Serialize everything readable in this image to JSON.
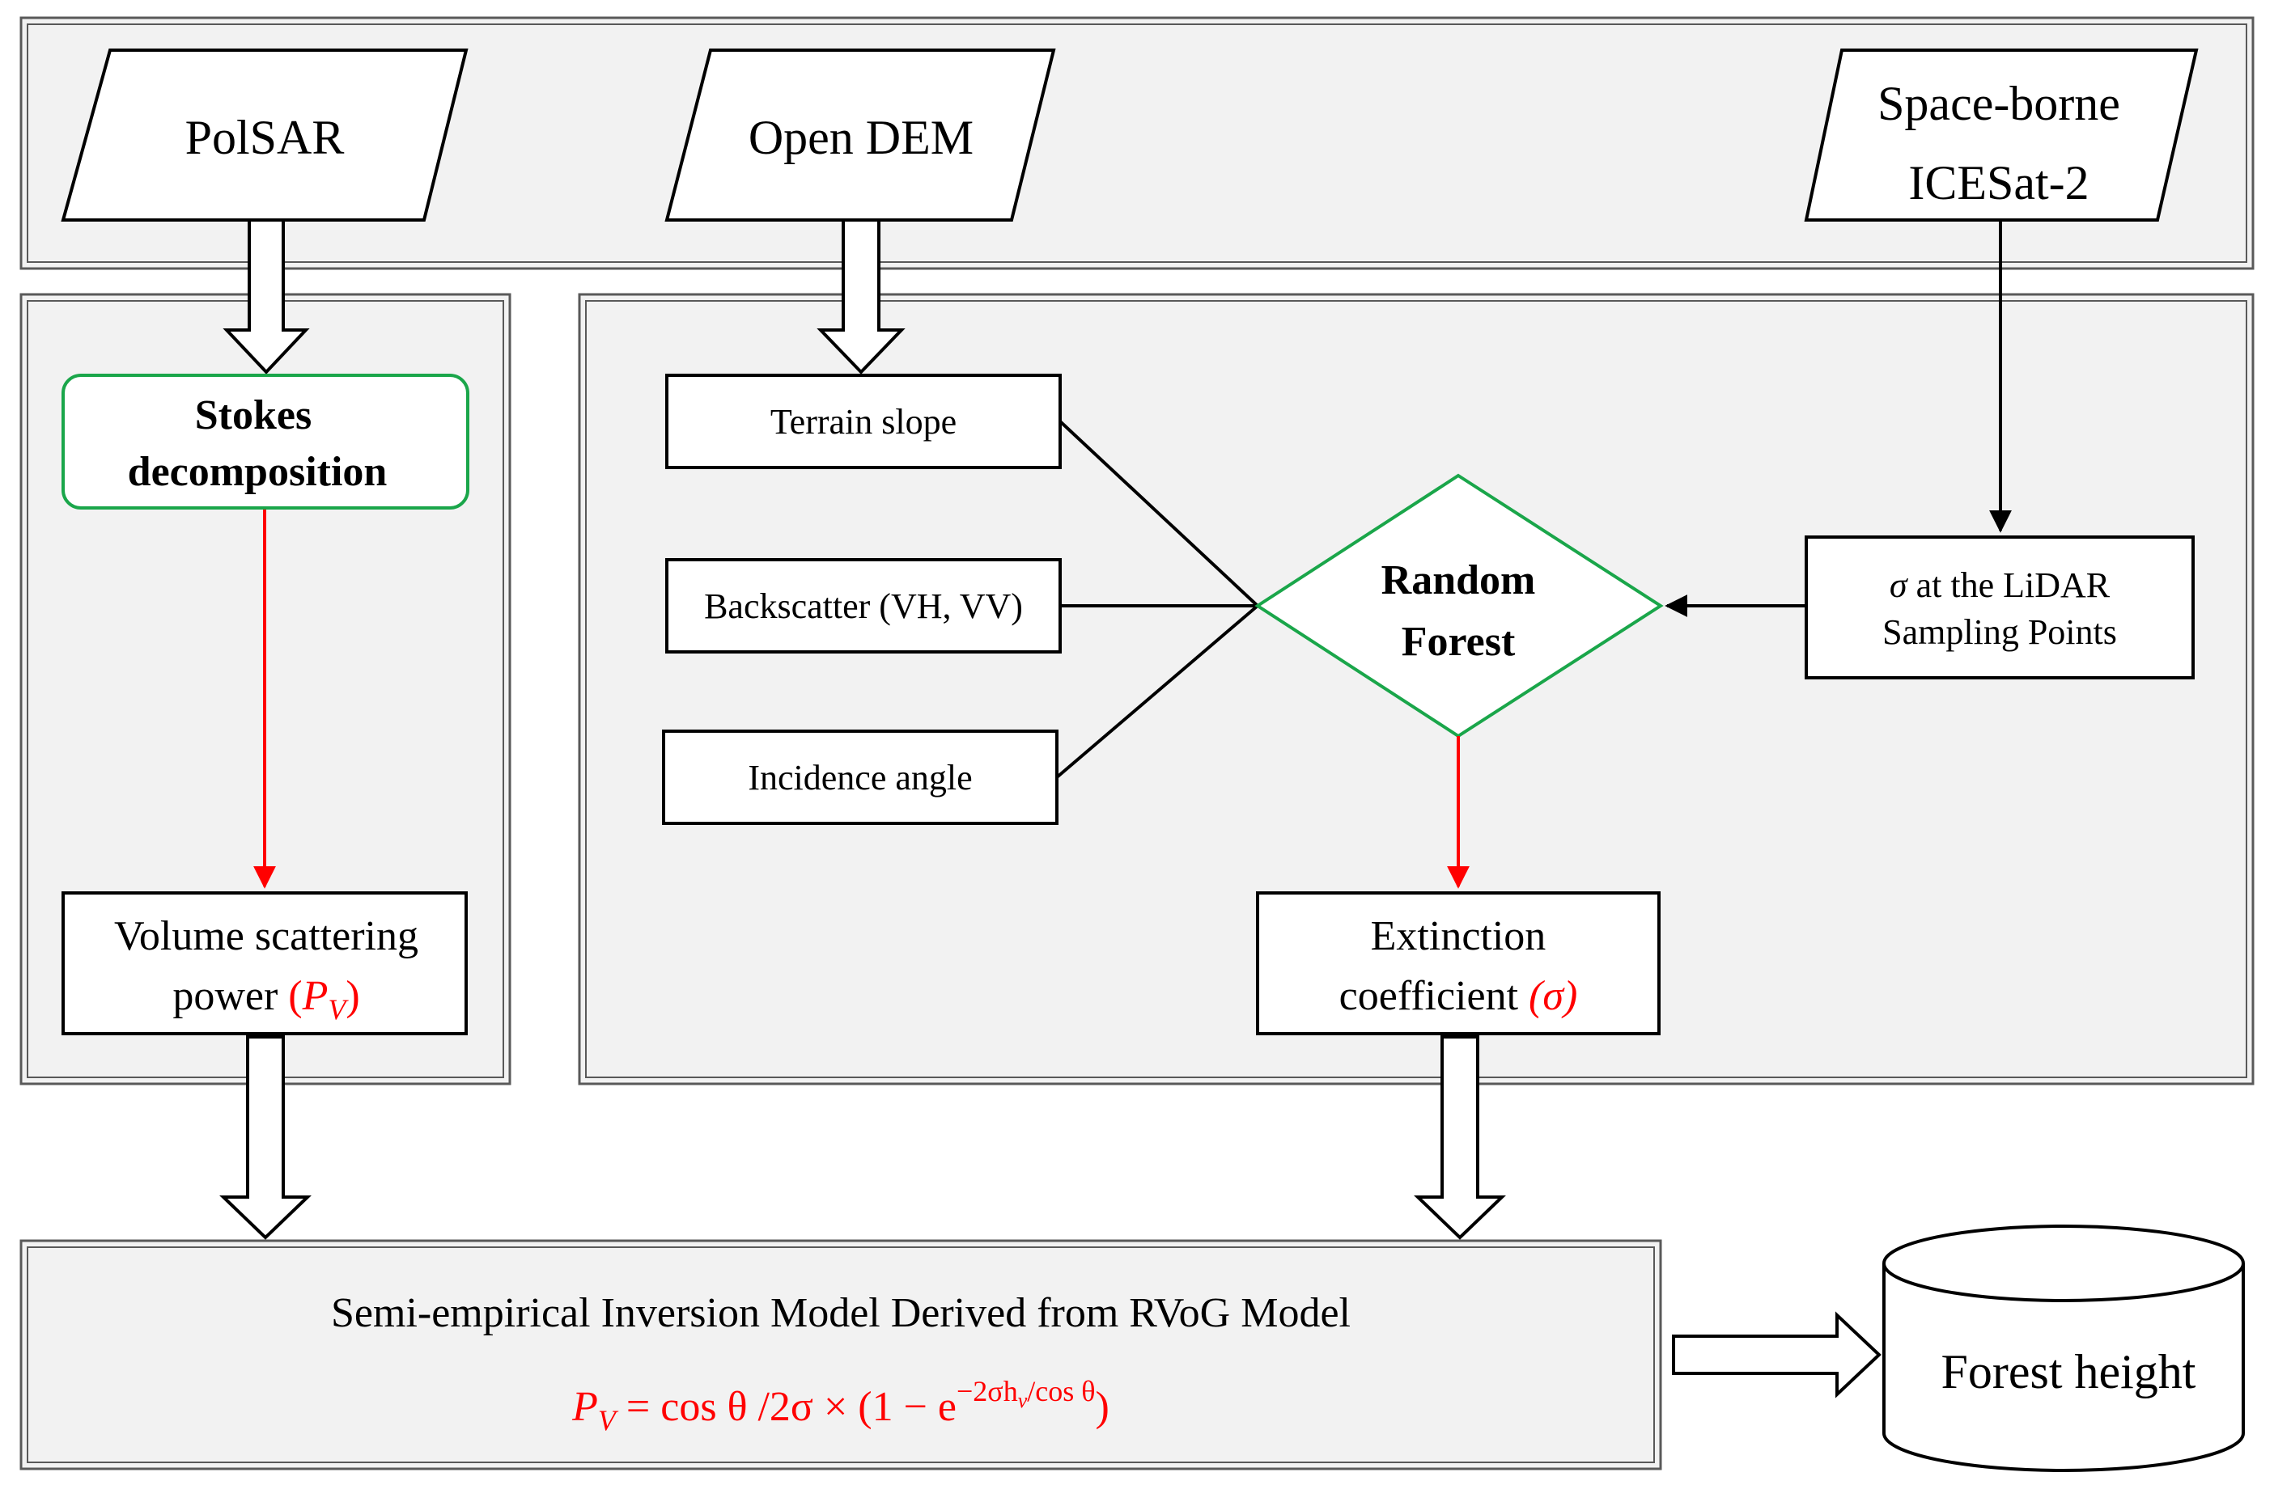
{
  "inputs": {
    "polsar": "PolSAR",
    "open_dem": "Open DEM",
    "icesat_line1": "Space-borne",
    "icesat_line2": "ICESat-2"
  },
  "left_panel": {
    "stokes_line1": "Stokes",
    "stokes_line2": "decomposition",
    "volume_line1": "Volume scattering",
    "volume_line2_prefix": "power ",
    "volume_symbol_open": "(",
    "volume_symbol_P": "P",
    "volume_symbol_sub": "V",
    "volume_symbol_close": ")"
  },
  "right_panel": {
    "terrain_slope": "Terrain slope",
    "backscatter": "Backscatter (VH, VV)",
    "incidence_angle": "Incidence angle",
    "rf_line1": "Random",
    "rf_line2": "Forest",
    "lidar_sigma": "σ",
    "lidar_line1_rest": " at the LiDAR",
    "lidar_line2": "Sampling Points",
    "extinction_line1": "Extinction",
    "extinction_line2_prefix": "coefficient ",
    "extinction_symbol": "(σ)"
  },
  "model": {
    "title": "Semi-empirical Inversion Model Derived from RVoG Model",
    "eq_P": "P",
    "eq_sub": "V",
    "eq_body": " = cos θ /2σ × (1 − e",
    "eq_sup": "−2σh",
    "eq_sup_sub": "v",
    "eq_sup_tail": "/cos θ",
    "eq_close": ")"
  },
  "output": {
    "forest_height": "Forest height"
  },
  "colors": {
    "accent_red": "#ff0000",
    "green_outline": "#1aa64a",
    "panel_fill": "#f2f2f2"
  }
}
